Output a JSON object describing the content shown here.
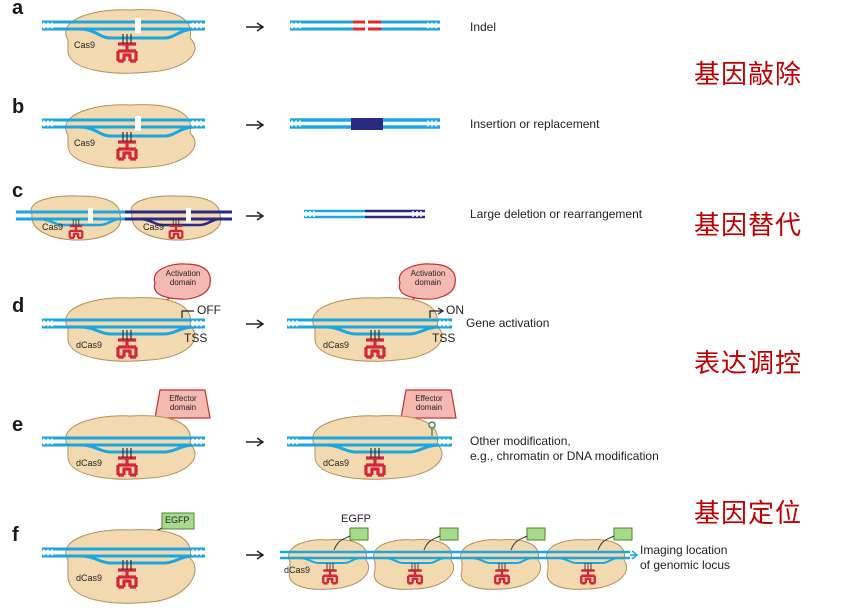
{
  "panels": {
    "a": {
      "letter": "a",
      "protein": "Cas9",
      "result": "Indel"
    },
    "b": {
      "letter": "b",
      "protein": "Cas9",
      "result": "Insertion or replacement"
    },
    "c": {
      "letter": "c",
      "protein_1": "Cas9",
      "protein_2": "Cas9",
      "result": "Large deletion or rearrangement"
    },
    "d": {
      "letter": "d",
      "domain_before": "Activation domain",
      "domain_after": "Activation domain",
      "protein_before": "dCas9",
      "protein_after": "dCas9",
      "state_before": "OFF",
      "state_after": "ON",
      "tss_before": "TSS",
      "tss_after": "TSS",
      "result": "Gene activation"
    },
    "e": {
      "letter": "e",
      "domain_before": "Effector domain",
      "domain_after": "Effector domain",
      "protein_before": "dCas9",
      "protein_after": "dCas9",
      "result_line1": "Other modification,",
      "result_line2": "e.g., chromatin or DNA modification"
    },
    "f": {
      "letter": "f",
      "tag_before": "EGFP",
      "tag_after": "EGFP",
      "protein_before": "dCas9",
      "protein_after": "dCas9",
      "result_line1": "Imaging location",
      "result_line2": "of genomic locus"
    }
  },
  "categories": {
    "knockout": "基因敲除",
    "replacement": "基因替代",
    "regulation": "表达调控",
    "localization": "基因定位"
  },
  "colors": {
    "dna": "#1aa6e0",
    "dna_dark": "#2a2a85",
    "indel": "#e02a2a",
    "protein_fill": "#f3d9b0",
    "protein_stroke": "#b58e5c",
    "rna": "#d3263a",
    "domain_fill": "#f4b9b0",
    "domain_stroke": "#c63030",
    "egfp_fill": "#a8d98c",
    "egfp_stroke": "#4a8a2a",
    "category_text": "#c00000"
  }
}
